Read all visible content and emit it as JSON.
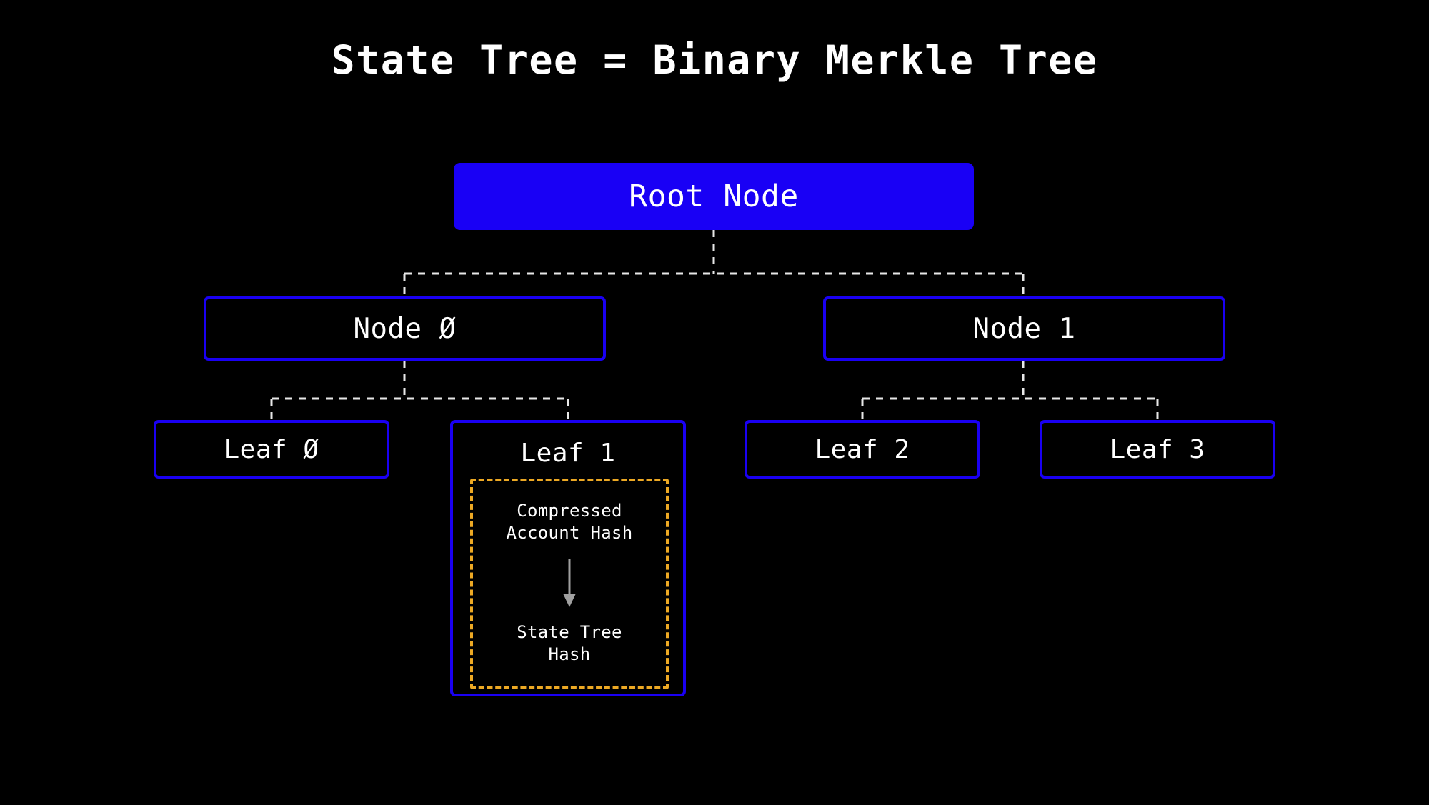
{
  "page": {
    "title": "State Tree = Binary Merkle Tree",
    "background_color": "#000000",
    "text_color": "#ffffff",
    "accent_blue": "#1a00f2",
    "accent_orange": "#eda924",
    "arrow_gray": "#a0a0a0",
    "connector_color": "#e8e8e8"
  },
  "tree": {
    "root": {
      "label": "Root Node",
      "style": "filled-blue"
    },
    "level_1": [
      {
        "label": "Node Ø",
        "style": "outlined-blue"
      },
      {
        "label": "Node 1",
        "style": "outlined-blue"
      }
    ],
    "level_2": [
      {
        "label": "Leaf Ø",
        "style": "outlined-blue",
        "expanded": false
      },
      {
        "label": "Leaf 1",
        "style": "outlined-blue",
        "expanded": true
      },
      {
        "label": "Leaf 2",
        "style": "outlined-blue",
        "expanded": false
      },
      {
        "label": "Leaf 3",
        "style": "outlined-blue",
        "expanded": false
      }
    ]
  },
  "leaf_detail": {
    "border_style": "dashed-orange",
    "source_label_line1": "Compressed",
    "source_label_line2": "Account Hash",
    "arrow": "down-arrow",
    "target_label_line1": "State Tree",
    "target_label_line2": "Hash"
  }
}
